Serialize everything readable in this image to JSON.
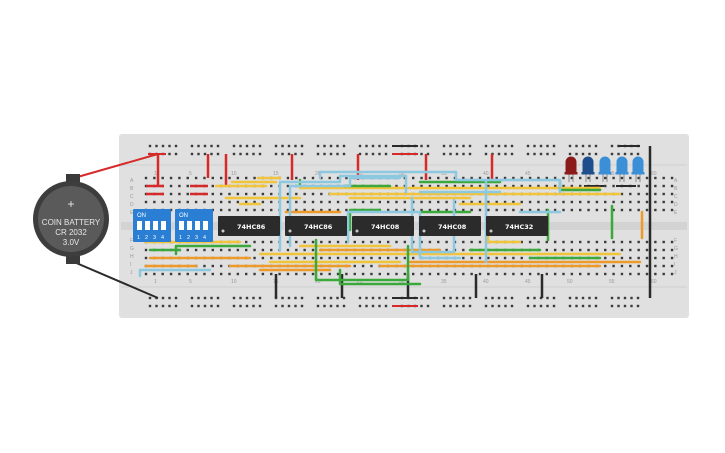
{
  "battery": {
    "line1": "COIN BATTERY",
    "line2": "CR 2032",
    "line3": "3.0V",
    "plus": "+"
  },
  "breadboard": {
    "row_letters_top": [
      "A",
      "B",
      "C",
      "D",
      "E"
    ],
    "row_letters_bottom": [
      "F",
      "G",
      "H",
      "I",
      "J"
    ],
    "column_numbers": [
      "1",
      "5",
      "10",
      "15",
      "20",
      "25",
      "30",
      "35",
      "40",
      "45",
      "50",
      "55",
      "60"
    ]
  },
  "dip_switches": [
    {
      "on_label": "ON",
      "numbers": [
        "1",
        "2",
        "3",
        "4"
      ]
    },
    {
      "on_label": "ON",
      "numbers": [
        "1",
        "2",
        "3",
        "4"
      ]
    }
  ],
  "chips": [
    {
      "label": "74HC86"
    },
    {
      "label": "74HC86"
    },
    {
      "label": "74HC08"
    },
    {
      "label": "74HC08"
    },
    {
      "label": "74HC32"
    }
  ],
  "leds": [
    {
      "color": "#8b1a1a"
    },
    {
      "color": "#1f4e8c"
    },
    {
      "color": "#3a8fd6"
    },
    {
      "color": "#3a8fd6"
    },
    {
      "color": "#3a8fd6"
    }
  ],
  "colors": {
    "board": "#e0e0e0",
    "rail_red": "#d62a2a",
    "rail_black": "#2a2a2a",
    "wire_yellow": "#f2c43c",
    "wire_orange": "#ee9a2a",
    "wire_green": "#3aa83a",
    "wire_blue": "#8cc8e0",
    "chip": "#2b2b2b",
    "dip": "#2a7fd4"
  }
}
